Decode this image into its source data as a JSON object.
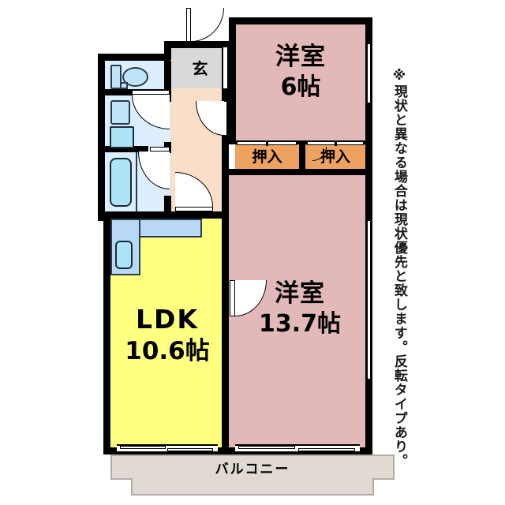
{
  "plan": {
    "note": "※現状と異なる場合は現状優先と致します。反転タイプあり。",
    "colors": {
      "room_pink": "#e3b8b8",
      "room_yellow": "#ffff80",
      "hallway_peach": "#fadfc8",
      "entry_gray": "#d9d9d9",
      "water_area_blue": "#ddeeff",
      "closet_orange": "#eda35f",
      "balcony_beige": "#e0dad2",
      "wall_black": "#000000",
      "fixture_blue": "#aee4f7"
    },
    "rooms": [
      {
        "id": "washitsu-6",
        "name_line1": "洋室",
        "name_line2": "6帖",
        "size": "6帖",
        "type": "western-room"
      },
      {
        "id": "washitsu-137",
        "name_line1": "洋室",
        "name_line2": "13.7帖",
        "size": "13.7帖",
        "type": "western-room"
      },
      {
        "id": "ldk",
        "name_line1": "LDK",
        "name_line2": "10.6帖",
        "size": "10.6帖",
        "type": "living-dining-kitchen"
      }
    ],
    "closets": [
      {
        "id": "oshiire-left",
        "label": "押入"
      },
      {
        "id": "oshiire-right",
        "label": "押入"
      }
    ],
    "entry": {
      "label": "玄"
    },
    "balcony": {
      "label": "バルコニー"
    }
  }
}
